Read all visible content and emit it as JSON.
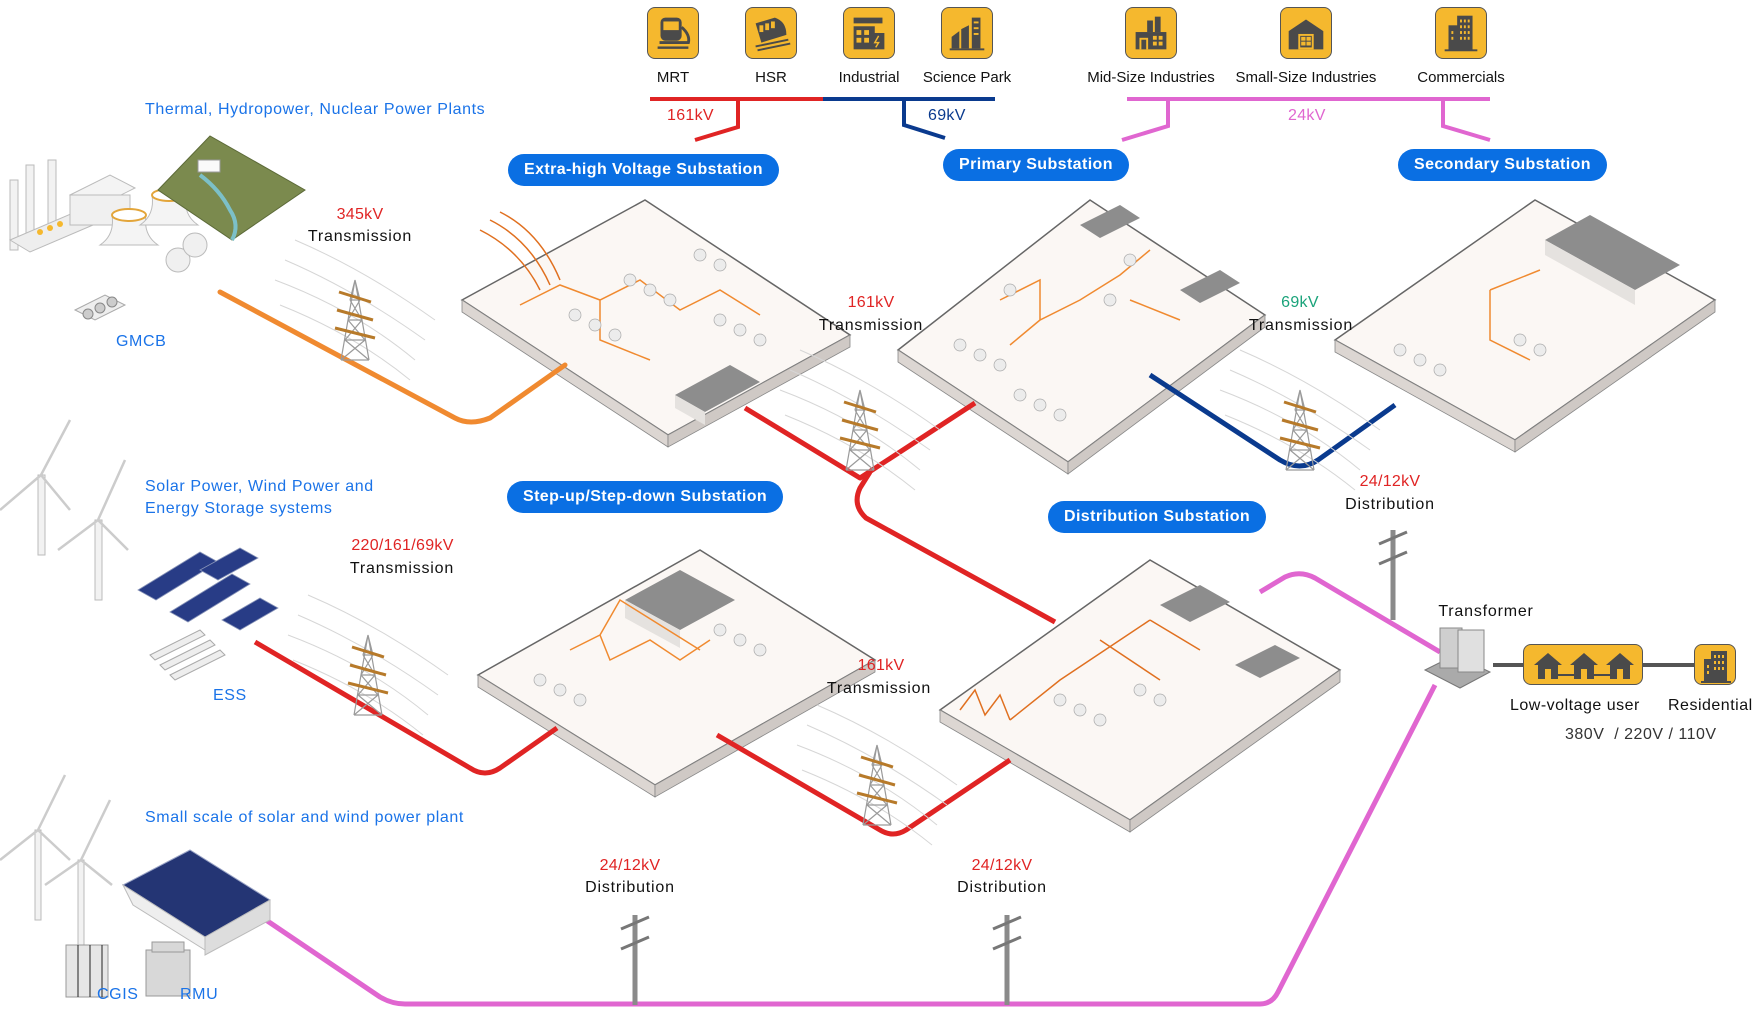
{
  "colors": {
    "v345": "#f08a30",
    "v161": "#e02424",
    "v69": "#0a3a8e",
    "v24": "#e066d0",
    "pill_bg": "#0a6fe3",
    "label_blue": "#1a73e8",
    "label_red": "#e02424",
    "label_green": "#1aa37a",
    "label_pink": "#e066d0",
    "icon_fill": "#f5b82e",
    "icon_glyph": "#4a4a4a"
  },
  "consumers": {
    "items": [
      {
        "label": "MRT",
        "icon": "metro-train-icon"
      },
      {
        "label": "HSR",
        "icon": "high-speed-rail-icon"
      },
      {
        "label": "Industrial",
        "icon": "factory-power-icon"
      },
      {
        "label": "Science Park",
        "icon": "science-park-buildings-icon"
      },
      {
        "label": "Mid-Size Industries",
        "icon": "factory-icon"
      },
      {
        "label": "Small-Size Industries",
        "icon": "warehouse-icon"
      },
      {
        "label": "Commercials",
        "icon": "office-building-icon"
      }
    ],
    "bus_161": "161kV",
    "bus_69": "69kV",
    "bus_24": "24kV"
  },
  "sources": {
    "thermal": {
      "title": "Thermal, Hydropower, Nuclear Power Plants",
      "equipment": "GMCB"
    },
    "renewable": {
      "title_line1": "Solar Power, Wind Power and",
      "title_line2": "Energy Storage systems",
      "equipment": "ESS"
    },
    "small_scale": {
      "title": "Small scale of solar and wind power plant",
      "equipment_1": "CGIS",
      "equipment_2": "RMU"
    }
  },
  "substations": {
    "extra_high": "Extra-high Voltage Substation",
    "primary": "Primary Substation",
    "secondary": "Secondary Substation",
    "step_up_down": "Step-up/Step-down Substation",
    "distribution": "Distribution Substation"
  },
  "links": [
    {
      "voltage": "345kV",
      "type": "Transmission"
    },
    {
      "voltage": "161kV",
      "type": "Transmission"
    },
    {
      "voltage": "69kV",
      "type": "Transmission"
    },
    {
      "voltage": "220/161/69kV",
      "type": "Transmission"
    },
    {
      "voltage": "161kV",
      "type": "Transmission"
    },
    {
      "voltage": "24/12kV",
      "type": "Distribution"
    },
    {
      "voltage": "24/12kV",
      "type": "Distribution"
    },
    {
      "voltage": "24/12kV",
      "type": "Distribution"
    }
  ],
  "end_users": {
    "transformer": "Transformer",
    "low_voltage_user": "Low-voltage user",
    "residential": "Residential",
    "voltages": "380V  / 220V / 110V"
  }
}
